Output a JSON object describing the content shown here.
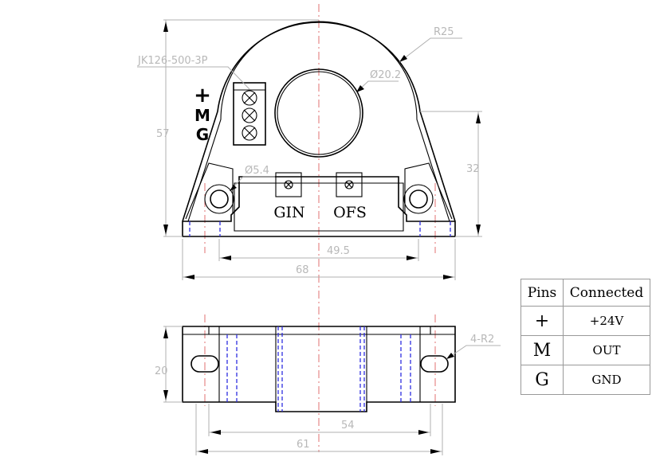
{
  "part_number": "JK126-500-3P",
  "top_view": {
    "pin_marks": [
      "+",
      "M",
      "G"
    ],
    "labels": {
      "gain": "GIN",
      "offset": "OFS"
    },
    "dims": {
      "radius": "R25",
      "hole_diameter": "Ø20.2",
      "height": "57",
      "mount_hole": "Ø5.4",
      "side_height": "32",
      "hole_spacing": "49.5",
      "width": "68"
    }
  },
  "bottom_view": {
    "dims": {
      "height": "20",
      "slot": "4-R2",
      "slot_spacing": "54",
      "width": "61"
    }
  },
  "pin_table": {
    "headers": [
      "Pins",
      "Connected"
    ],
    "rows": [
      {
        "pin": "+",
        "connected": "+24V"
      },
      {
        "pin": "M",
        "connected": "OUT"
      },
      {
        "pin": "G",
        "connected": "GND"
      }
    ]
  },
  "colors": {
    "outline": "#000000",
    "dimension": "#b8b8b8",
    "centerline": "#e07070",
    "hidden": "#2e2ee0"
  }
}
